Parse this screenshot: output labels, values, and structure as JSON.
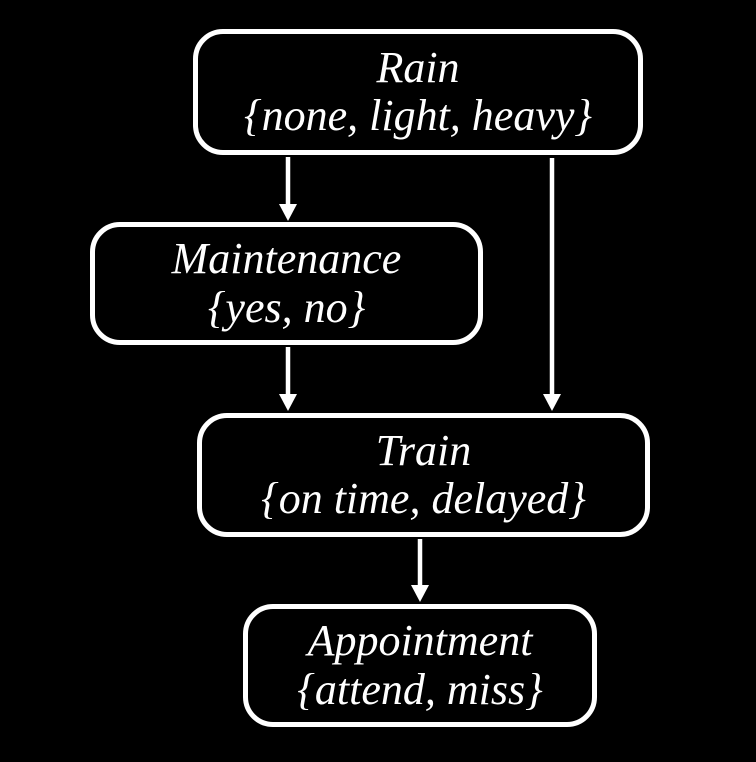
{
  "diagram": {
    "type": "bayesian-network",
    "background_color": "#000000",
    "node_border_color": "#ffffff",
    "text_color": "#ffffff",
    "arrow_color": "#ffffff",
    "nodes": [
      {
        "id": "rain",
        "label": "Rain",
        "values": "{none, light, heavy}"
      },
      {
        "id": "maintenance",
        "label": "Maintenance",
        "values": "{yes, no}"
      },
      {
        "id": "train",
        "label": "Train",
        "values": "{on time, delayed}"
      },
      {
        "id": "appointment",
        "label": "Appointment",
        "values": "{attend, miss}"
      }
    ],
    "edges": [
      {
        "from": "Rain",
        "to": "Maintenance"
      },
      {
        "from": "Rain",
        "to": "Train"
      },
      {
        "from": "Maintenance",
        "to": "Train"
      },
      {
        "from": "Train",
        "to": "Appointment"
      }
    ]
  }
}
